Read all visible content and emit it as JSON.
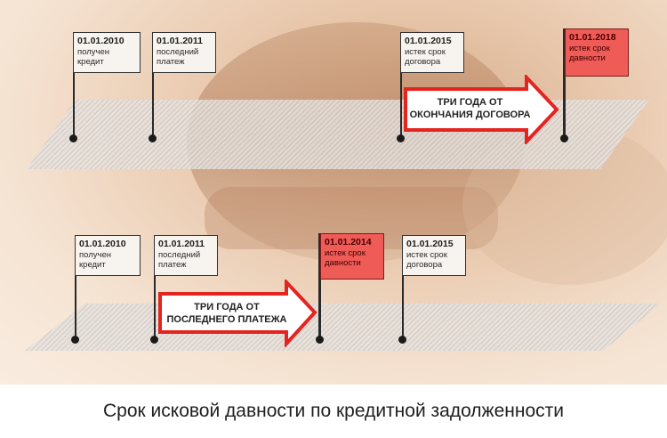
{
  "timeline_top": {
    "markers": [
      {
        "date": "01.01.2010",
        "line1": "получен",
        "line2": "кредит",
        "red": false
      },
      {
        "date": "01.01.2011",
        "line1": "последний",
        "line2": "платеж",
        "red": false
      },
      {
        "date": "01.01.2015",
        "line1": "истек срок",
        "line2": "договора",
        "red": false
      },
      {
        "date": "01.01.2018",
        "line1": "истек срок",
        "line2": "давности",
        "red": true
      }
    ],
    "arrow_line1": "ТРИ ГОДА ОТ",
    "arrow_line2": "ОКОНЧАНИЯ ДОГОВОРА"
  },
  "timeline_bottom": {
    "markers": [
      {
        "date": "01.01.2010",
        "line1": "получен",
        "line2": "кредит",
        "red": false
      },
      {
        "date": "01.01.2011",
        "line1": "последний",
        "line2": "платеж",
        "red": false
      },
      {
        "date": "01.01.2014",
        "line1": "истек срок",
        "line2": "давности",
        "red": true
      },
      {
        "date": "01.01.2015",
        "line1": "истек срок",
        "line2": "договора",
        "red": false
      }
    ],
    "arrow_line1": "ТРИ ГОДА ОТ",
    "arrow_line2": "ПОСЛЕДНЕГО ПЛАТЕЖА"
  },
  "caption": "Срок исковой давности по кредитной задолженности",
  "colors": {
    "flag_red": "#ef5b57",
    "arrow_red": "#e3241f",
    "band": "#c9c4c0"
  }
}
